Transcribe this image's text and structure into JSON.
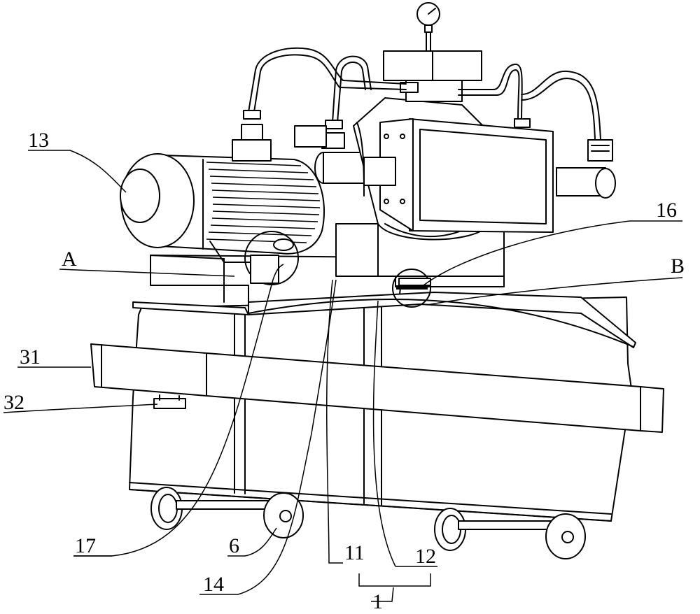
{
  "labels": {
    "l13": "13",
    "lA": "A",
    "l16": "16",
    "lB": "B",
    "l31": "31",
    "l32": "32",
    "l17": "17",
    "l6": "6",
    "l11": "11",
    "l12": "12",
    "l14": "14",
    "l1": "1"
  }
}
